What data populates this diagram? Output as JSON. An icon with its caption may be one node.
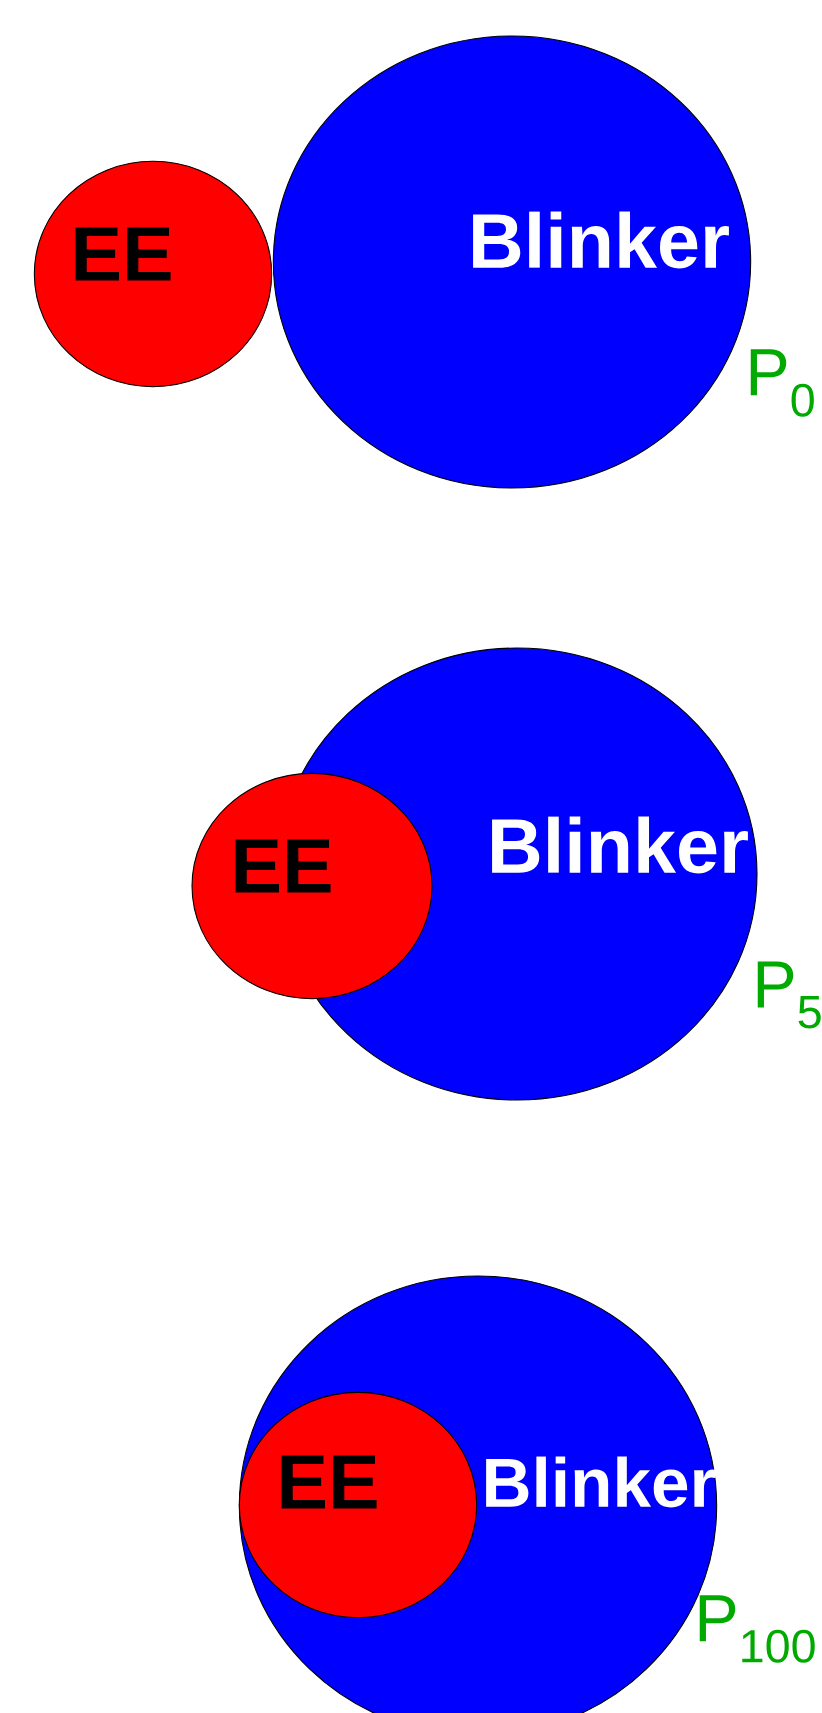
{
  "diagram": {
    "nodes": [
      {
        "text": [
          "EE"
        ]
      },
      {
        "text": [
          "Blinker"
        ]
      },
      {
        "text": [
          "EE"
        ]
      },
      {
        "text": [
          "Blinker"
        ]
      },
      {
        "text": [
          "Blinker"
        ]
      },
      {
        "text": [
          "EE"
        ],
        "in": 4
      }
    ],
    "labels": [
      "P$_{0}$",
      "P$_{5}$",
      "P$_{100}$"
    ]
  }
}
